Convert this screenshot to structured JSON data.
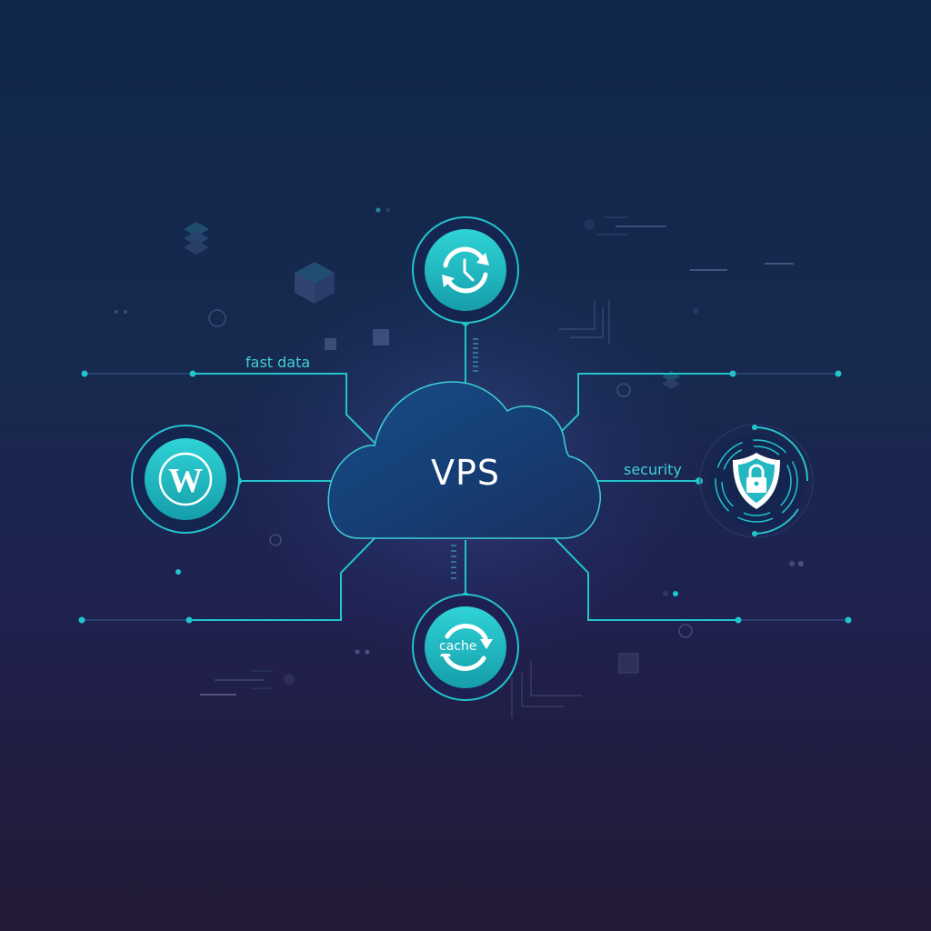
{
  "diagram": {
    "center": {
      "label": "VPS",
      "shape": "cloud"
    },
    "nodes": [
      {
        "id": "backup",
        "icon": "clock-sync-icon",
        "position": "top"
      },
      {
        "id": "wordpress",
        "icon": "wordpress-icon",
        "position": "left"
      },
      {
        "id": "security",
        "icon": "shield-lock-icon",
        "position": "right",
        "label": "security"
      },
      {
        "id": "cache",
        "icon": "cache-sync-icon",
        "position": "bottom",
        "label": "cache"
      }
    ],
    "annotations": {
      "fast_data": "fast data",
      "security": "security",
      "cache": "cache"
    }
  },
  "colors": {
    "accent": "#22c4cc",
    "background_top": "#10274a",
    "background_bottom": "#231a35",
    "cloud": "#14346a",
    "text": "#ffffff"
  }
}
